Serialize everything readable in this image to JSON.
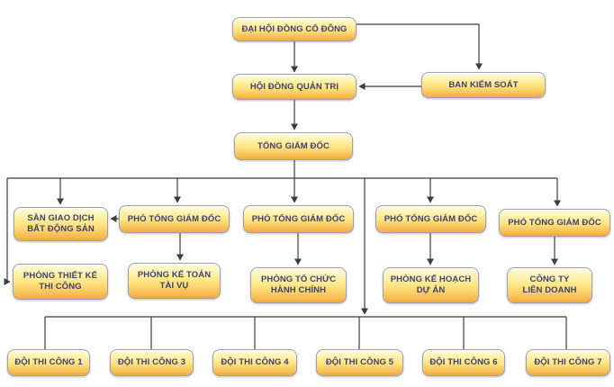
{
  "diagram": {
    "type": "org-chart",
    "language": "vi",
    "colors": {
      "box_gradient_top": "#fffce4",
      "box_gradient_bottom": "#f1a93e",
      "box_border": "#9fa0b4",
      "text": "#3d4270",
      "line": "#3c3c3c",
      "background": "#ffffff"
    },
    "nodes": {
      "shareholders": {
        "label": "ĐẠI HỘI ĐỒNG CỔ ĐÔNG"
      },
      "board": {
        "label": "HỘI ĐỒNG QUẢN TRỊ"
      },
      "supervisory_board": {
        "label": "BAN KIỂM SOÁT"
      },
      "general_director": {
        "label": "TỔNG GIÁM ĐỐC"
      },
      "real_estate_exchange": {
        "label": "SÀN GIAO DỊCH\nBẤT ĐỘNG SẢN"
      },
      "deputy_director_1": {
        "label": "PHÓ TỔNG GIÁM ĐỐC"
      },
      "deputy_director_2": {
        "label": "PHÓ TỔNG GIÁM ĐỐC"
      },
      "deputy_director_3": {
        "label": "PHÓ TỔNG GIÁM ĐỐC"
      },
      "deputy_director_4": {
        "label": "PHÓ TỔNG GIÁM ĐỐC"
      },
      "design_construction_dept": {
        "label": "PHÒNG THIẾT KẾ\nTHI CÔNG"
      },
      "accounting_finance_dept": {
        "label": "PHÒNG KẾ TOÁN\nTÀI VỤ"
      },
      "hr_admin_dept": {
        "label": "PHÒNG TỔ CHỨC\nHÀNH CHÍNH"
      },
      "planning_project_dept": {
        "label": "PHÒNG KẾ HOẠCH\nDỰ ÁN"
      },
      "joint_venture_company": {
        "label": "CÔNG TY\nLIÊN DOANH"
      },
      "construction_team_1": {
        "label": "ĐỘI THI CÔNG 1"
      },
      "construction_team_3": {
        "label": "ĐỘI THI CÔNG 3"
      },
      "construction_team_4": {
        "label": "ĐỘI THI CÔNG 4"
      },
      "construction_team_5": {
        "label": "ĐỘI THI CÔNG 5"
      },
      "construction_team_6": {
        "label": "ĐỘI THI CÔNG 6"
      },
      "construction_team_7": {
        "label": "ĐỘI THI CÔNG 7"
      }
    }
  }
}
